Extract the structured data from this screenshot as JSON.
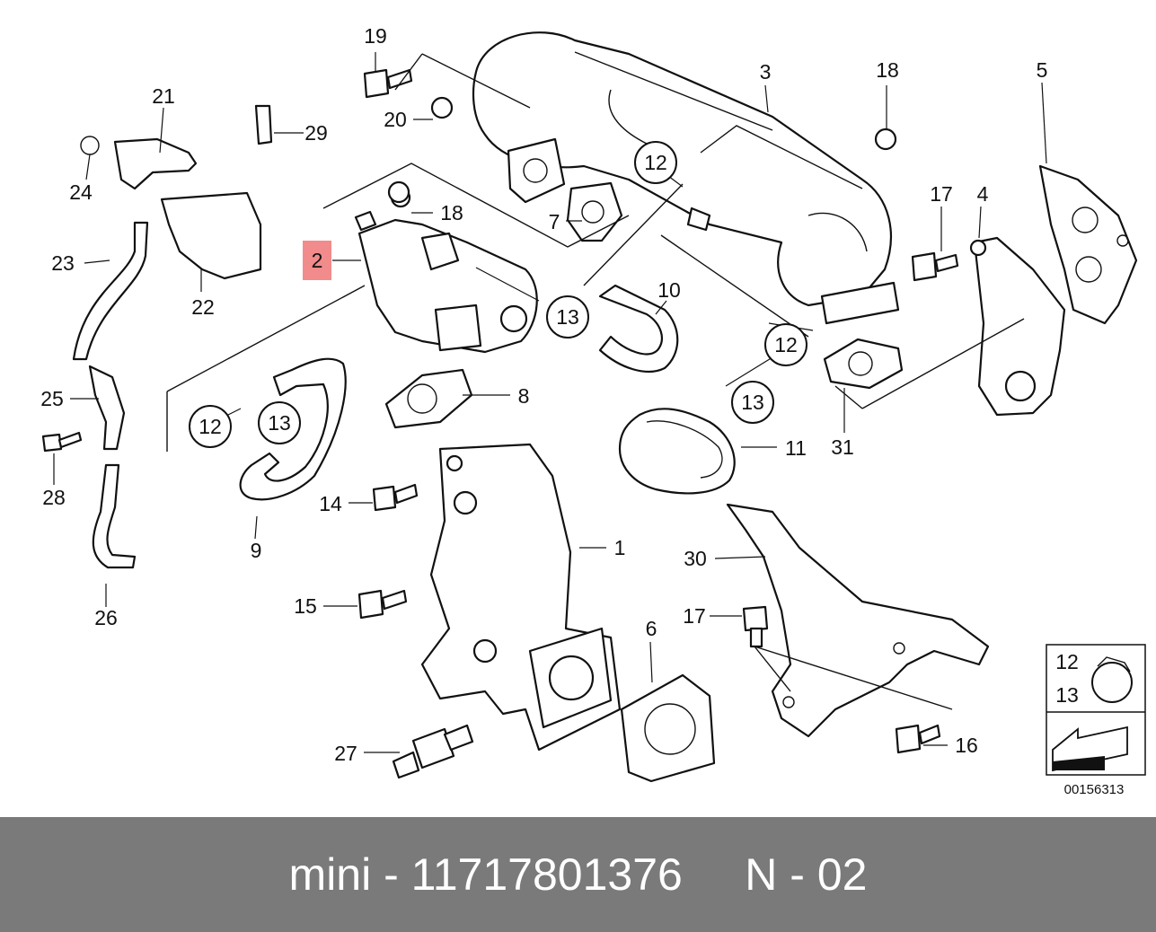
{
  "callouts": [
    {
      "id": "19",
      "text": "19"
    },
    {
      "id": "3",
      "text": "3"
    },
    {
      "id": "18a",
      "text": "18"
    },
    {
      "id": "5",
      "text": "5"
    },
    {
      "id": "21",
      "text": "21"
    },
    {
      "id": "29",
      "text": "29"
    },
    {
      "id": "20",
      "text": "20"
    },
    {
      "id": "24",
      "text": "24"
    },
    {
      "id": "18b",
      "text": "18"
    },
    {
      "id": "7",
      "text": "7"
    },
    {
      "id": "17a",
      "text": "17"
    },
    {
      "id": "4",
      "text": "4"
    },
    {
      "id": "2",
      "text": "2"
    },
    {
      "id": "23",
      "text": "23"
    },
    {
      "id": "22",
      "text": "22"
    },
    {
      "id": "10",
      "text": "10"
    },
    {
      "id": "8",
      "text": "8"
    },
    {
      "id": "25",
      "text": "25"
    },
    {
      "id": "11",
      "text": "11"
    },
    {
      "id": "31",
      "text": "31"
    },
    {
      "id": "28",
      "text": "28"
    },
    {
      "id": "14",
      "text": "14"
    },
    {
      "id": "9",
      "text": "9"
    },
    {
      "id": "1",
      "text": "1"
    },
    {
      "id": "30",
      "text": "30"
    },
    {
      "id": "6",
      "text": "6"
    },
    {
      "id": "15",
      "text": "15"
    },
    {
      "id": "26",
      "text": "26"
    },
    {
      "id": "17b",
      "text": "17"
    },
    {
      "id": "16",
      "text": "16"
    },
    {
      "id": "27",
      "text": "27"
    }
  ],
  "circled": [
    {
      "id": "c12a",
      "text": "12"
    },
    {
      "id": "c13a",
      "text": "13"
    },
    {
      "id": "c12b",
      "text": "12"
    },
    {
      "id": "c12c",
      "text": "12"
    },
    {
      "id": "c13b",
      "text": "13"
    },
    {
      "id": "c13c",
      "text": "13"
    }
  ],
  "legend": {
    "top": "12",
    "bottom": "13"
  },
  "diagram_code": "00156313",
  "highlight": {
    "color": "#f28b8b"
  },
  "footer": {
    "caption": "mini - 11717801376     N - 02"
  }
}
